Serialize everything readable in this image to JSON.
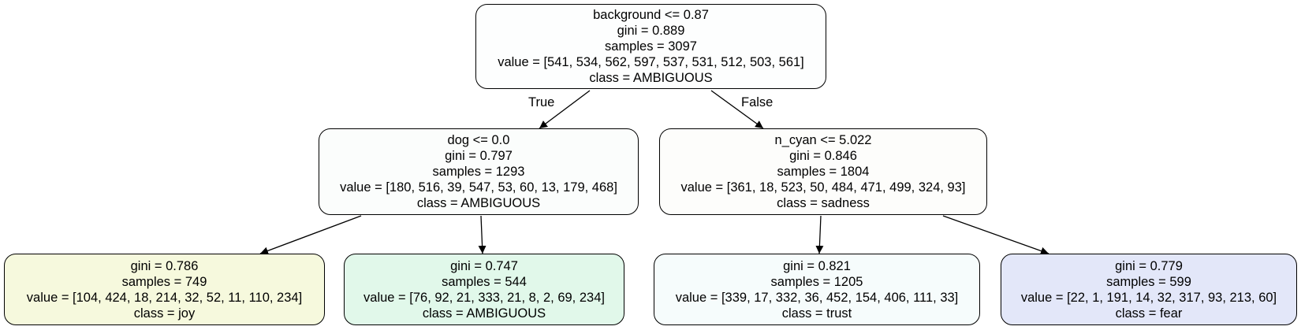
{
  "tree": {
    "nodes": [
      {
        "id": "root",
        "fill": "#fdfefe",
        "lines": [
          "background <= 0.87",
          "gini = 0.889",
          "samples = 3097",
          "value = [541, 534, 562, 597, 537, 531, 512, 503, 561]",
          "class = AMBIGUOUS"
        ]
      },
      {
        "id": "left",
        "fill": "#fbfdfc",
        "lines": [
          "dog <= 0.0",
          "gini = 0.797",
          "samples = 1293",
          "value = [180, 516, 39, 547, 53, 60, 13, 179, 468]",
          "class = AMBIGUOUS"
        ]
      },
      {
        "id": "right",
        "fill": "#fdfdfb",
        "lines": [
          "n_cyan <= 5.022",
          "gini = 0.846",
          "samples = 1804",
          "value = [361, 18, 523, 50, 484, 471, 499, 324, 93]",
          "class = sadness"
        ]
      },
      {
        "id": "ll",
        "fill": "#f6f9dd",
        "lines": [
          "gini = 0.786",
          "samples = 749",
          "value = [104, 424, 18, 214, 32, 52, 11, 110, 234]",
          "class = joy"
        ]
      },
      {
        "id": "lr",
        "fill": "#e1f8ea",
        "lines": [
          "gini = 0.747",
          "samples = 544",
          "value = [76, 92, 21, 333, 21, 8, 2, 69, 234]",
          "class = AMBIGUOUS"
        ]
      },
      {
        "id": "rl",
        "fill": "#f6fcfc",
        "lines": [
          "gini = 0.821",
          "samples = 1205",
          "value = [339, 17, 332, 36, 452, 154, 406, 111, 33]",
          "class = trust"
        ]
      },
      {
        "id": "rr",
        "fill": "#e3e7f9",
        "lines": [
          "gini = 0.779",
          "samples = 599",
          "value = [22, 1, 191, 14, 32, 317, 93, 213, 60]",
          "class = fear"
        ]
      }
    ],
    "edges": [
      {
        "from": "root",
        "to": "left",
        "label": "True"
      },
      {
        "from": "root",
        "to": "right",
        "label": "False"
      },
      {
        "from": "left",
        "to": "ll",
        "label": ""
      },
      {
        "from": "left",
        "to": "lr",
        "label": ""
      },
      {
        "from": "right",
        "to": "rl",
        "label": ""
      },
      {
        "from": "right",
        "to": "rr",
        "label": ""
      }
    ]
  }
}
